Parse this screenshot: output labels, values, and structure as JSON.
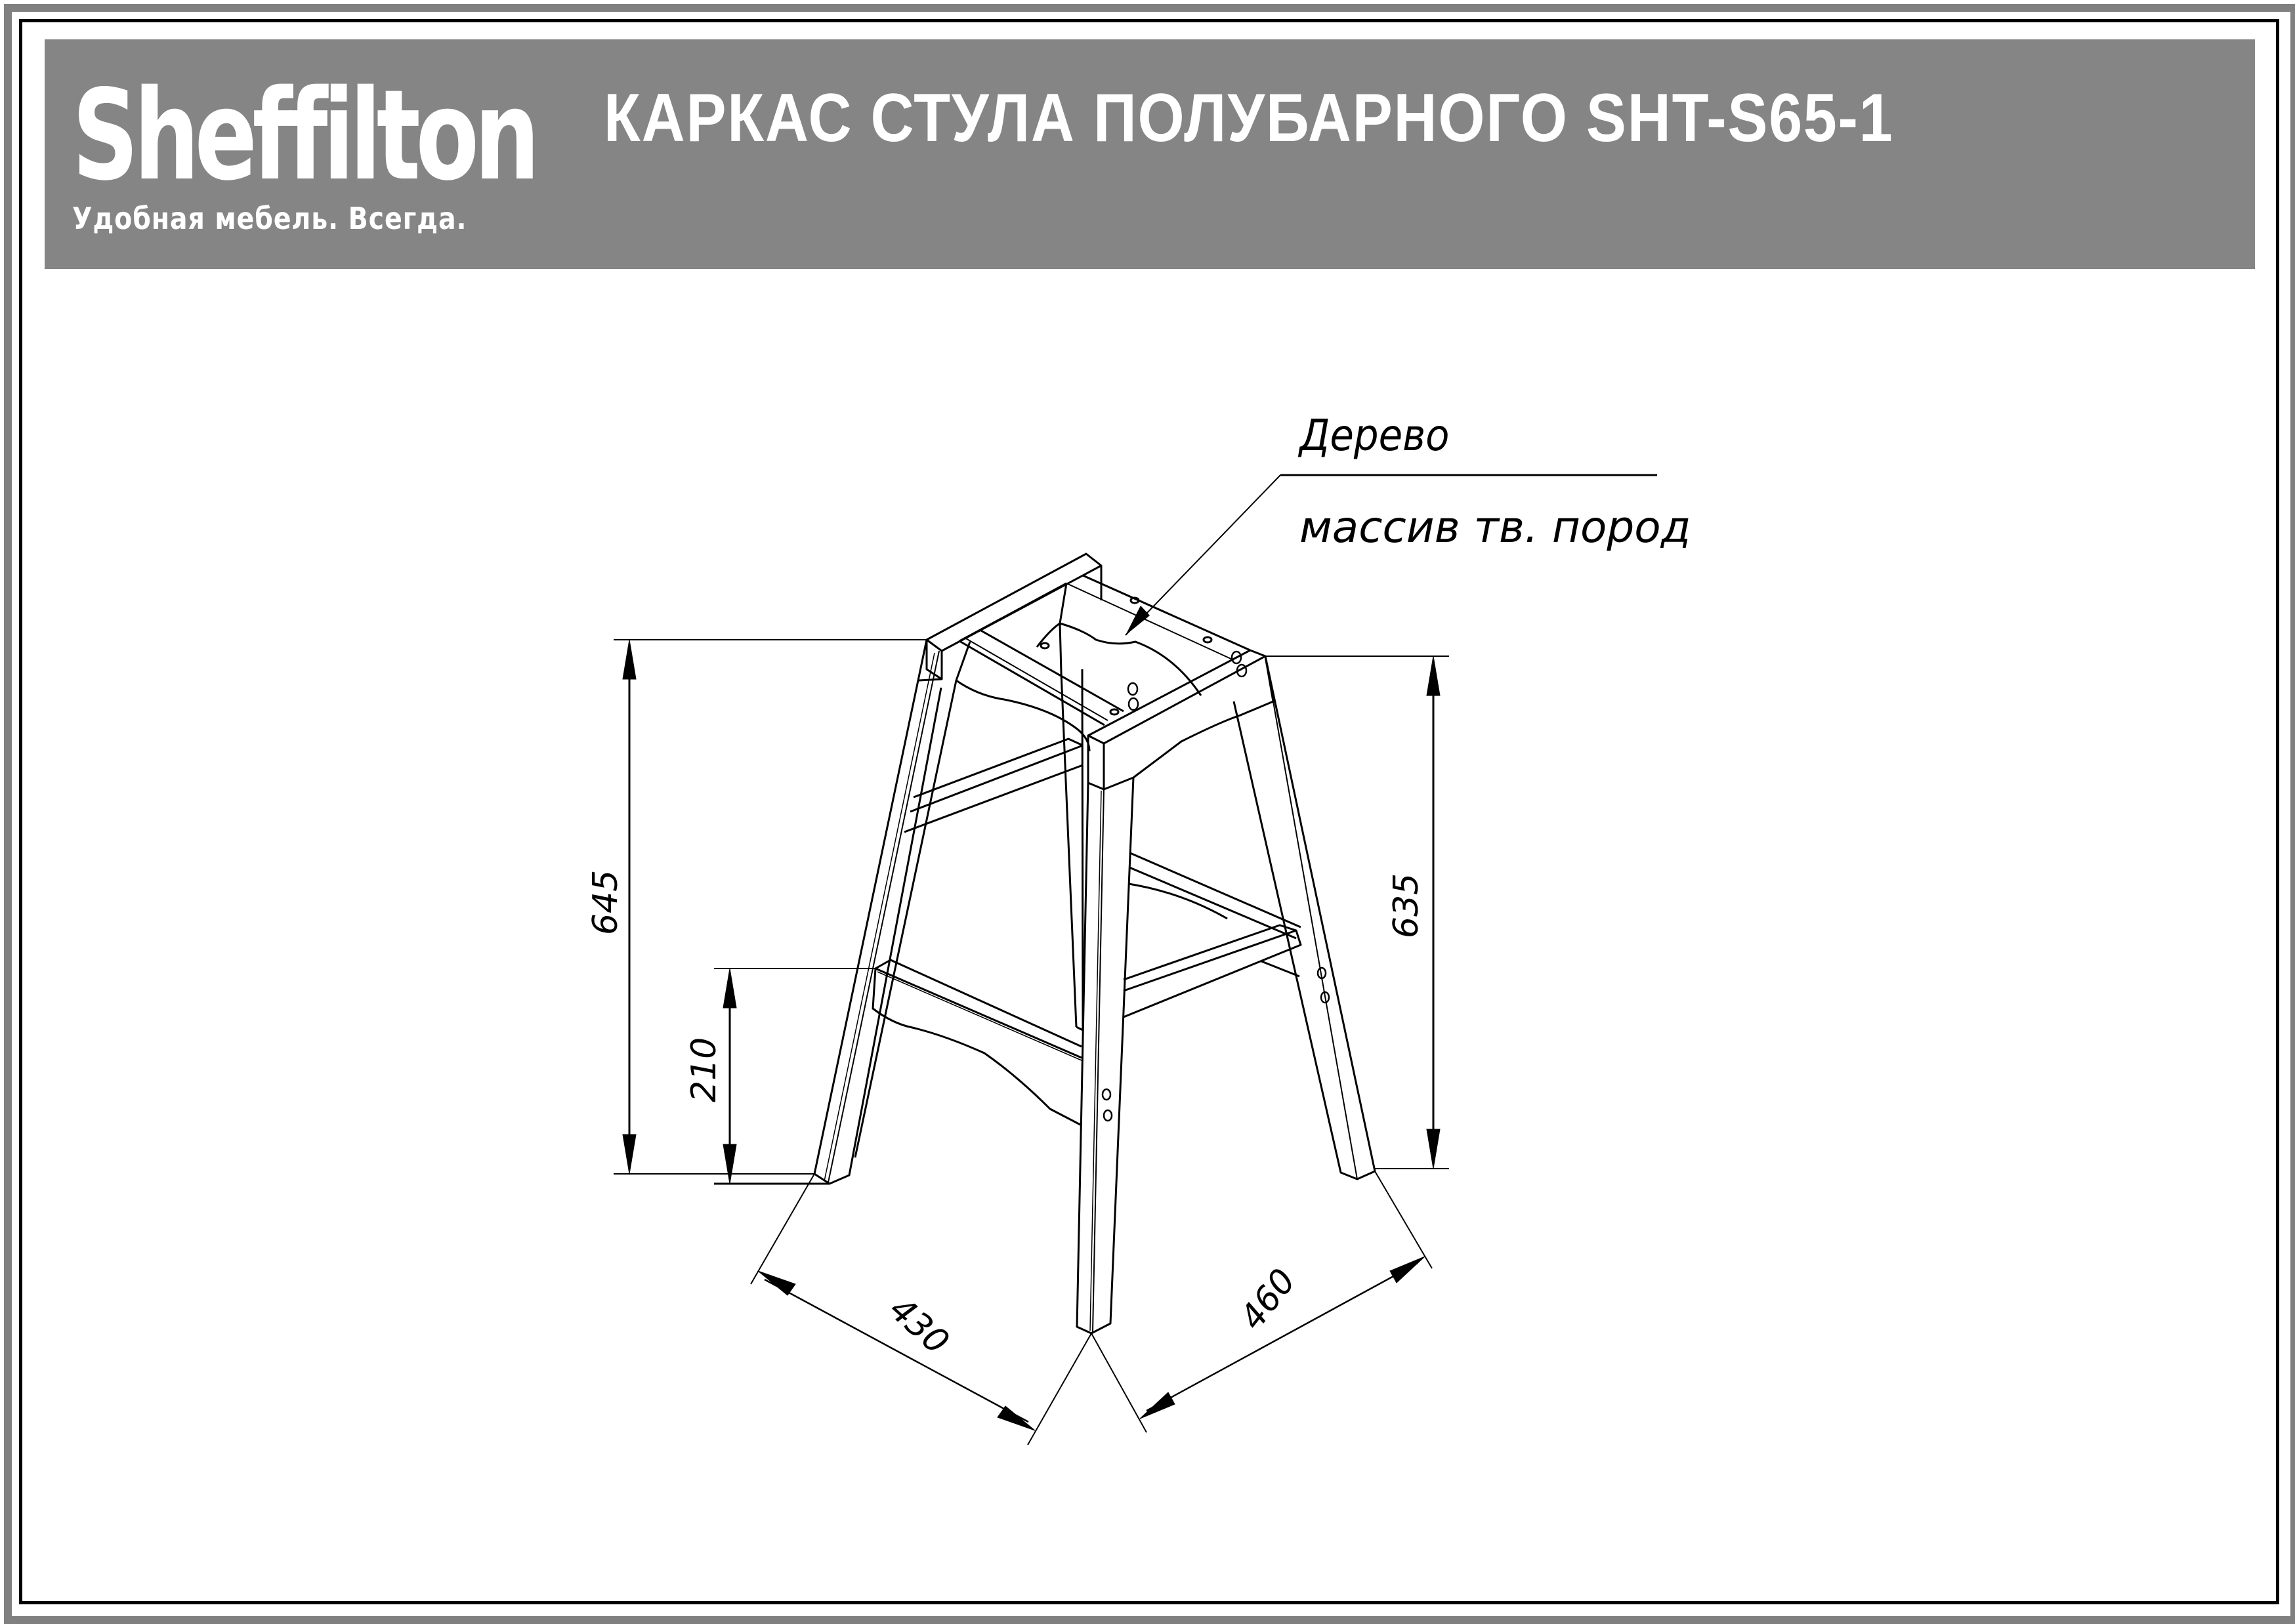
{
  "header": {
    "brand_name": "Sheffilton",
    "brand_tagline": "Удобная мебель. Всегда.",
    "title": "КАРКАС СТУЛА ПОЛУБАРНОГО SHT-S65-1",
    "background_color": "#858585",
    "text_color": "#ffffff"
  },
  "annotation": {
    "material_line1": "Дерево",
    "material_line2": "массив тв. пород"
  },
  "dimensions": {
    "overall_height_back": "645",
    "overall_height_front": "635",
    "footrest_height": "210",
    "depth": "430",
    "width": "460"
  },
  "frame": {
    "outer_border_color": "#808080",
    "inner_border_color": "#000000"
  }
}
